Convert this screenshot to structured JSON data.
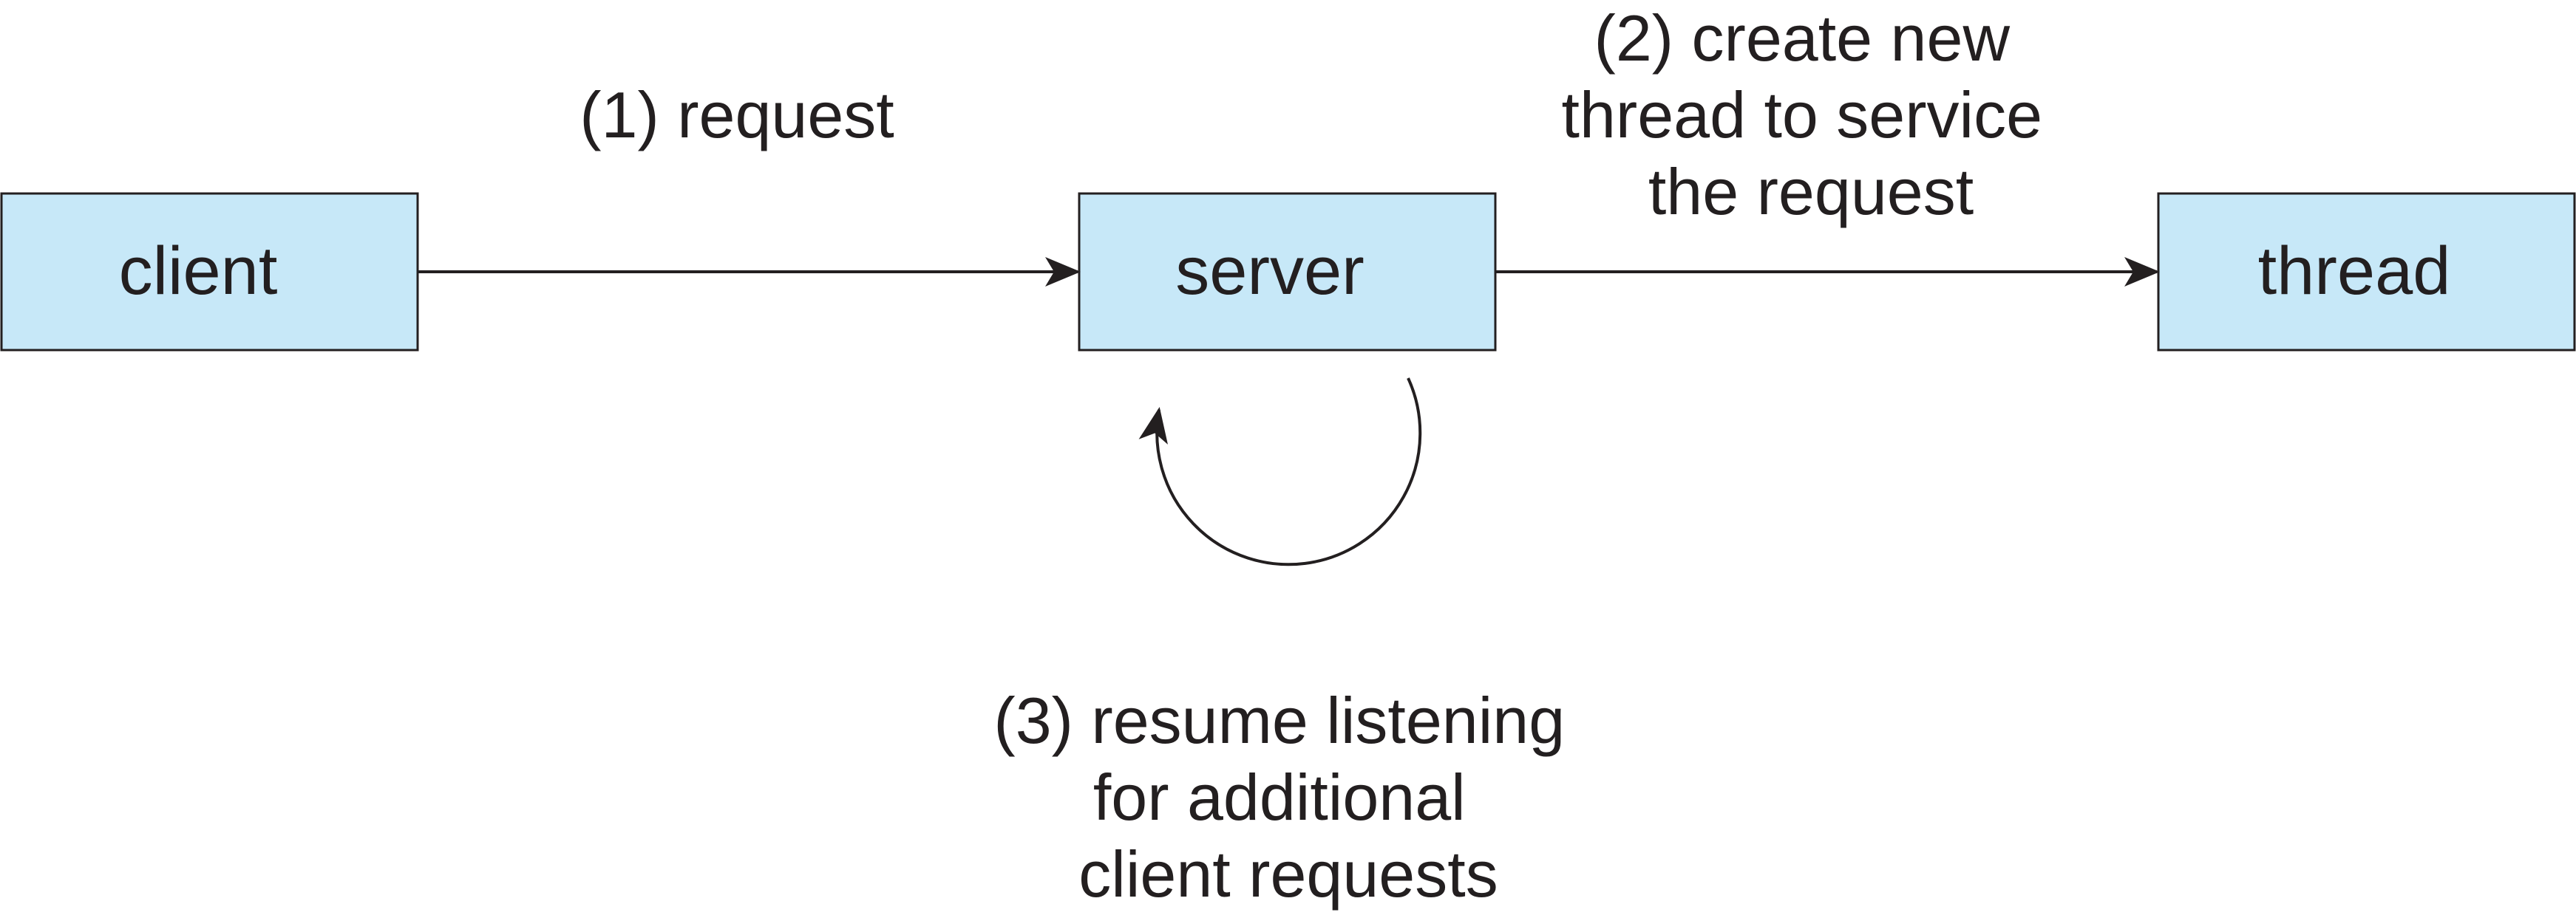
{
  "colors": {
    "box_fill": "#c7e8f8",
    "stroke": "#231f20",
    "text": "#231f20"
  },
  "nodes": {
    "client": {
      "label": "client"
    },
    "server": {
      "label": "server"
    },
    "thread": {
      "label": "thread"
    }
  },
  "steps": {
    "request": {
      "lines": [
        "(1) request"
      ]
    },
    "create_thread": {
      "lines": [
        "(2) create new",
        "thread to service",
        "the request"
      ]
    },
    "resume": {
      "lines": [
        "(3) resume listening",
        "for additional",
        "client requests"
      ]
    }
  }
}
